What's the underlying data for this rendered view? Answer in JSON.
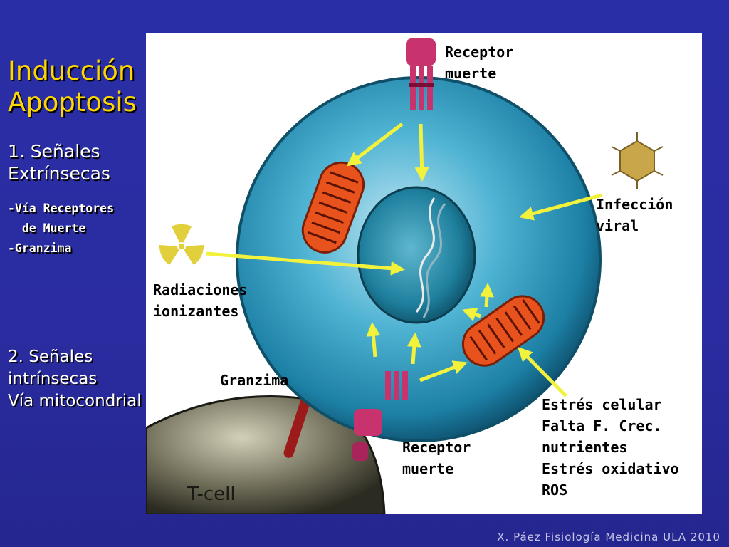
{
  "title": {
    "line1": "Inducción",
    "line2": "Apoptosis"
  },
  "section1": {
    "line1": "1. Señales",
    "line2": "Extrínsecas",
    "items": [
      "-Vía Receptores",
      "  de Muerte",
      "-Granzima"
    ]
  },
  "section2": {
    "line1": "2. Señales",
    "line2": "intrínsecas",
    "line3": "Vía mitocondrial"
  },
  "diagram": {
    "receptor_top": {
      "line1": "Receptor",
      "line2": "muerte"
    },
    "infeccion": {
      "line1": "Infección",
      "line2": "viral"
    },
    "radiaciones": {
      "line1": "Radiaciones",
      "line2": "ionizantes"
    },
    "granzima": "Granzima",
    "receptor_bottom": {
      "line1": "Receptor",
      "line2": "muerte"
    },
    "estres": {
      "line1": "Estrés celular",
      "line2": "Falta F. Crec.",
      "line3": "nutrientes",
      "line4": "Estrés oxidativo",
      "line5": "ROS"
    },
    "tcell": "T-cell"
  },
  "credit": "X. Páez Fisiología Medicina ULA 2010",
  "colors": {
    "background": "#2a2ea6",
    "title": "#ffd700",
    "arrow": "#f2f23c",
    "cell": "#3ea6c8",
    "mitochondria": "#e8521c",
    "receptor": "#c8336e"
  }
}
